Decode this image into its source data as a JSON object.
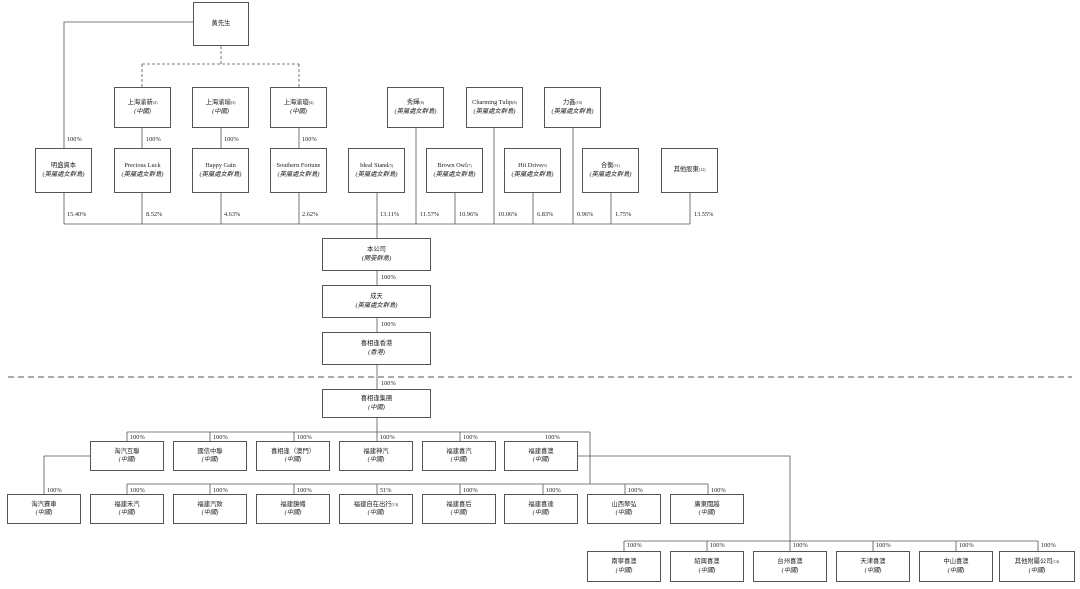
{
  "nodes": {
    "huang": {
      "name": "黃先生"
    },
    "sh_yuxin": {
      "name": "上海渝新",
      "sup": "(2)",
      "place": "(中國)"
    },
    "sh_yuyu": {
      "name": "上海渝瑜",
      "sup": "(3)",
      "place": "(中國)"
    },
    "sh_yuxuan": {
      "name": "上海渝璇",
      "sup": "(4)",
      "place": "(中國)"
    },
    "xiuhui": {
      "name": "秀輝",
      "sup": "(6)",
      "place": "(英屬處女群島)"
    },
    "charming": {
      "name": "Charming Tulip",
      "sup": "(8)",
      "place": "(英屬處女群島)"
    },
    "lixin": {
      "name": "力鑫",
      "sup": "(10)",
      "place": "(英屬處女群島)"
    },
    "mingsheng": {
      "name": "明盛資本",
      "place": "(英屬處女群島)"
    },
    "precious": {
      "name": "Precious Luck",
      "place": "(英屬處女群島)"
    },
    "happy": {
      "name": "Happy Gain",
      "place": "(英屬處女群島)"
    },
    "southern": {
      "name": "Southern Fortune",
      "place": "(英屬處女群島)"
    },
    "ideal": {
      "name": "Ideal Stand",
      "sup": "(5)",
      "place": "(英屬處女群島)"
    },
    "brown": {
      "name": "Brown Owl",
      "sup": "(7)",
      "place": "(英屬處女群島)"
    },
    "hit": {
      "name": "Hit Drive",
      "sup": "(9)",
      "place": "(英屬處女群島)"
    },
    "hexian": {
      "name": "合衡",
      "sup": "(11)",
      "place": "(英屬處女群島)"
    },
    "others_sh": {
      "name": "其他股東",
      "sup": "(12)"
    },
    "company": {
      "name": "本公司",
      "place": "(開曼群島)"
    },
    "chengtian": {
      "name": "成天",
      "place": "(英屬處女群島)"
    },
    "xxf_hk": {
      "name": "喜相逢香港",
      "place": "(香港)"
    },
    "xxf_group": {
      "name": "喜相逢集團",
      "place": "(中國)"
    },
    "taoqi": {
      "name": "淘汽互聯",
      "place": "(中國)"
    },
    "guoxin": {
      "name": "國信中聯",
      "place": "(中國)"
    },
    "xxf_macau": {
      "name": "喜相逢（澳門）",
      "place": "(中國)"
    },
    "fj_shenqi": {
      "name": "福建神汽",
      "place": "(中國)"
    },
    "fj_xiqi": {
      "name": "福建喜汽",
      "place": "(中國)"
    },
    "fj_xiao": {
      "name": "福建喜澳",
      "place": "(中國)"
    },
    "taoqi_car": {
      "name": "淘汽賽車",
      "place": "(中國)"
    },
    "fj_heqi": {
      "name": "福建禾汽",
      "place": "(中國)"
    },
    "fj_qizhi": {
      "name": "福建汽致",
      "place": "(中國)"
    },
    "fj_jingzhi": {
      "name": "福建鏡幟",
      "place": "(中國)"
    },
    "fj_zizai": {
      "name": "福建自在出行",
      "sup": "(13)",
      "place": "(中國)"
    },
    "fj_xihou": {
      "name": "福建喜后",
      "place": "(中國)"
    },
    "fj_xida": {
      "name": "福建喜達",
      "place": "(中國)"
    },
    "shanxi": {
      "name": "山西翠弘",
      "place": "(中國)"
    },
    "guangdong": {
      "name": "廣東闊越",
      "place": "(中國)"
    },
    "nanning": {
      "name": "南寧喜澳",
      "place": "(中國)"
    },
    "shaoxing": {
      "name": "紹興喜澳",
      "place": "(中國)"
    },
    "taizhou": {
      "name": "台州喜澳",
      "place": "(中國)"
    },
    "tianjin": {
      "name": "天津喜澳",
      "place": "(中國)"
    },
    "zhongshan": {
      "name": "中山喜澳",
      "place": "(中國)"
    },
    "others_sub": {
      "name": "其他附屬公司",
      "sup": "(14)",
      "place": "(中國)"
    }
  },
  "percentages": {
    "p_mingsheng": "100%",
    "p_yuxin": "100%",
    "p_yuyu": "100%",
    "p_yuxuan": "100%",
    "s_mingsheng": "15.40%",
    "s_precious": "8.52%",
    "s_happy": "4.63%",
    "s_southern": "2.62%",
    "s_ideal": "13.11%",
    "s_xiuhui": "11.57%",
    "s_brown": "10.96%",
    "s_charming": "10.06%",
    "s_hit": "6.83%",
    "s_lixin": "0.96%",
    "s_hexian": "1.75%",
    "s_others": "13.55%",
    "p_chengtian": "100%",
    "p_hk": "100%",
    "p_group": "100%",
    "r1_1": "100%",
    "r1_2": "100%",
    "r1_3": "100%",
    "r1_4": "100%",
    "r1_5": "100%",
    "r1_6": "100%",
    "r2_1": "100%",
    "r2_2": "100%",
    "r2_3": "100%",
    "r2_4": "100%",
    "r2_5": "51%",
    "r2_6": "100%",
    "r2_7": "100%",
    "r2_8": "100%",
    "r2_9": "100%",
    "r3_1": "100%",
    "r3_2": "100%",
    "r3_3": "100%",
    "r3_4": "100%",
    "r3_5": "100%",
    "r3_6": "100%"
  }
}
